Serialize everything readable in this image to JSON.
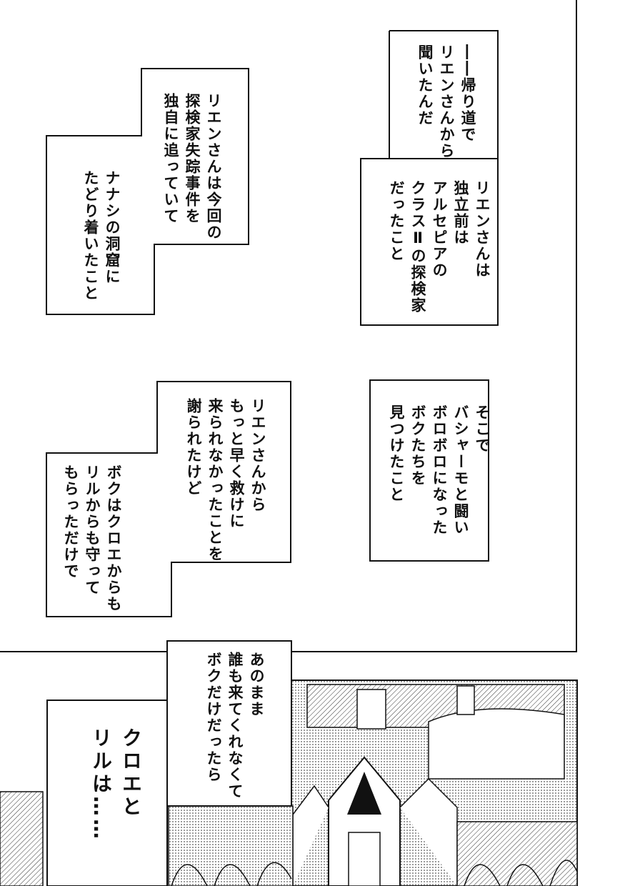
{
  "captions": {
    "return_road": "――帰り道で\nリエンさんから\n聞いたんだ",
    "rien_past": "リエンさんは\n独立前は\nアルセピアの\nクラスⅡの探検家\nだったこと",
    "rien_investigation": "リエンさんは今回の\n探検家失踪事件を\n独自に追っていて",
    "nanashi_cave": "ナナシの洞窟に\nたどり着いたこと",
    "found_us": "そこで\nバシャーモと闘い\nボロボロになった\nボクたちを\n見つけたこと",
    "rien_apology": "リエンさんから\nもっと早く救けに\n来られなかったことを\n謝られたけど",
    "protected": "ボクはクロエからも\nリルからも守って\nもらっただけで",
    "if_alone": "あのまま\n誰も来てくれなくて\nボクだけだったら",
    "kuroe_riru": "クロエと\nリルは……"
  },
  "colors": {
    "ink": "#111111",
    "paper": "#ffffff",
    "screentone": "#bdbdbd"
  }
}
